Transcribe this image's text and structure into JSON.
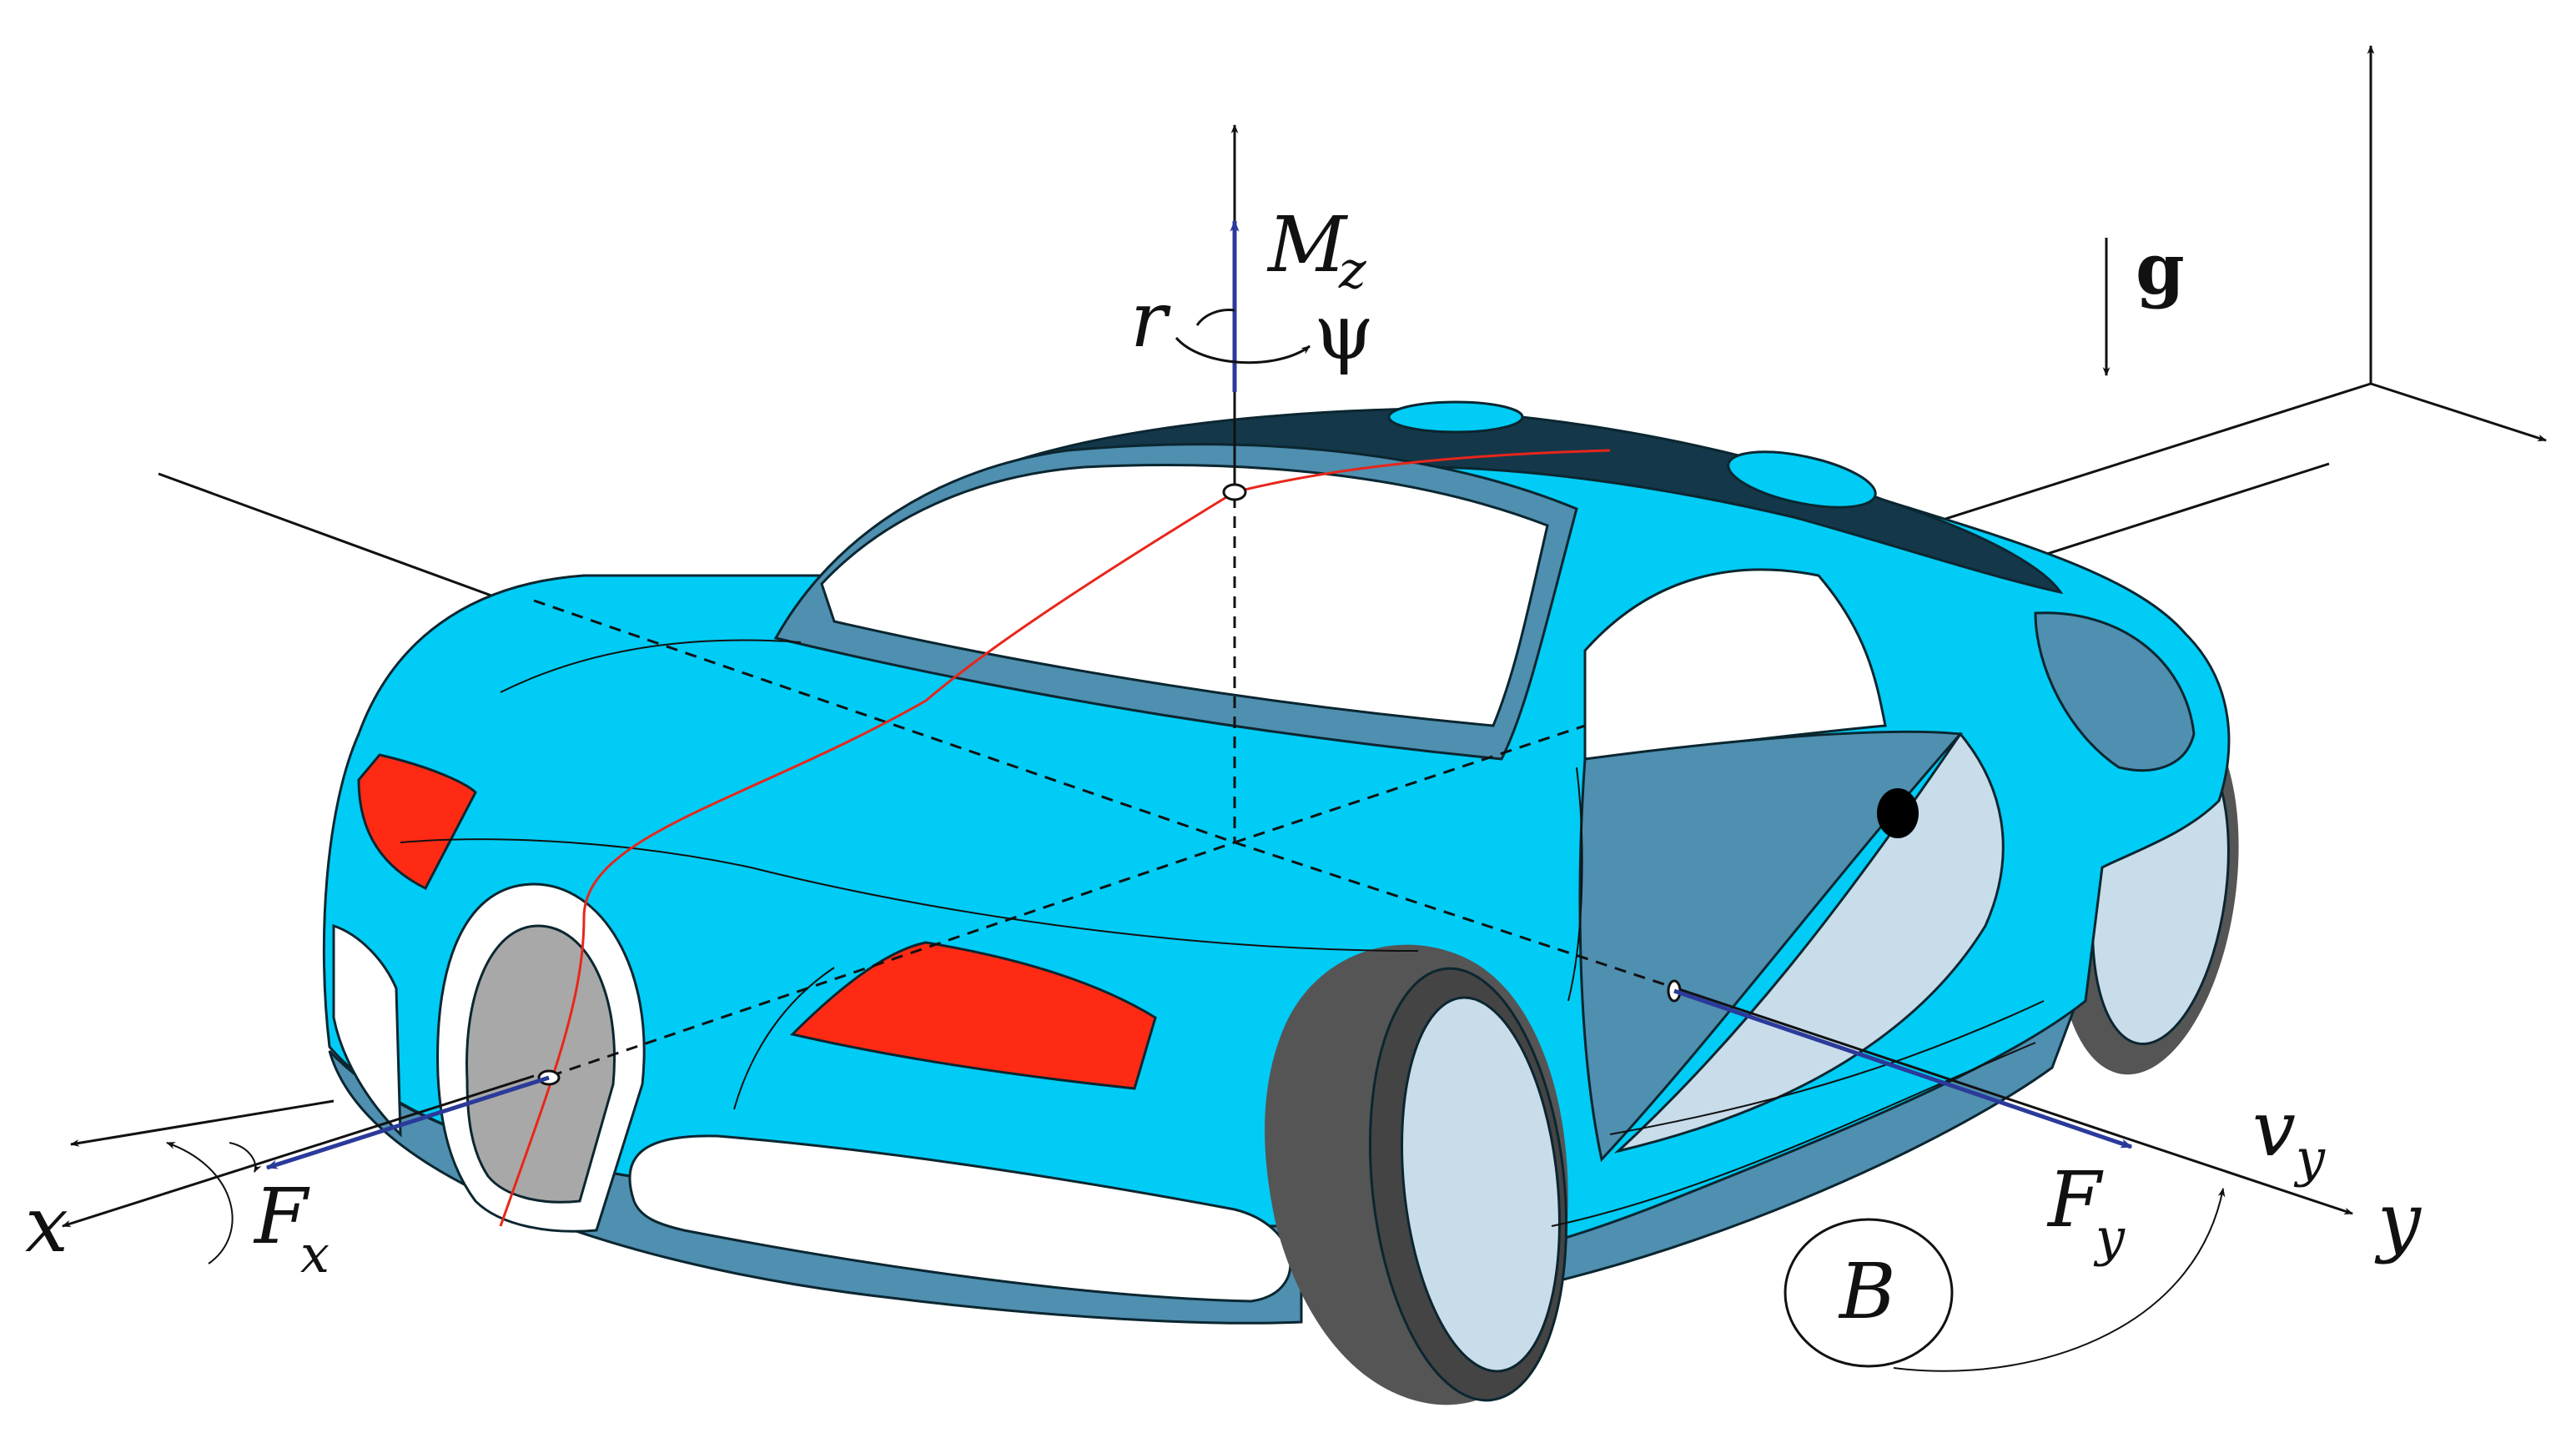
{
  "labels": {
    "moment_z": "M",
    "moment_z_sub": "z",
    "yaw_rate": "r",
    "yaw_angle": "ψ",
    "gravity": "g",
    "force_x": "F",
    "force_x_sub": "x",
    "force_y": "F",
    "force_y_sub": "y",
    "velocity_y": "v",
    "velocity_y_sub": "y",
    "axis_x": "x",
    "axis_y": "y",
    "body": "B"
  },
  "colors": {
    "body_light": "#00ccf5",
    "body_dark": "#4f8fb0",
    "roof": "#14384a",
    "lights": "#ff2a14",
    "glass": "#ffffff",
    "grille": "#a8a8a8",
    "tire": "#555555",
    "rim": "#c8dcea",
    "force_arrow": "#2b3a9a",
    "trajectory": "#e8261a"
  }
}
